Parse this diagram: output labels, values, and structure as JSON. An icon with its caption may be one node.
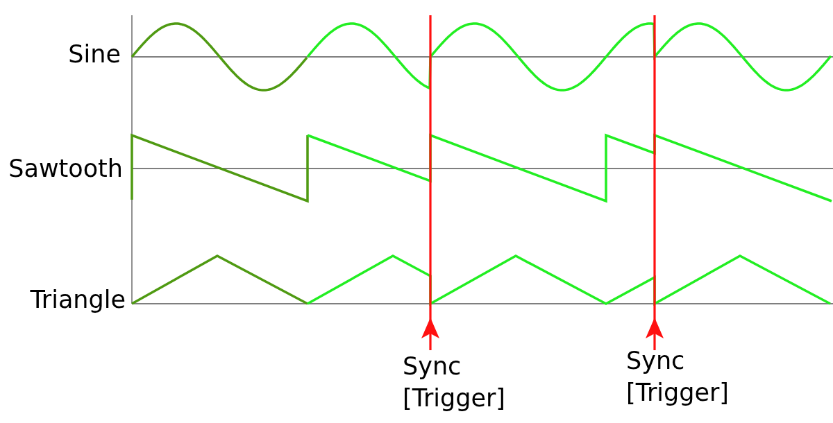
{
  "diagram": {
    "labels": [
      "Sine",
      "Sawtooth",
      "Triangle",
      "Sync [Trigger]",
      "Sync [Trigger]"
    ]
  }
}
